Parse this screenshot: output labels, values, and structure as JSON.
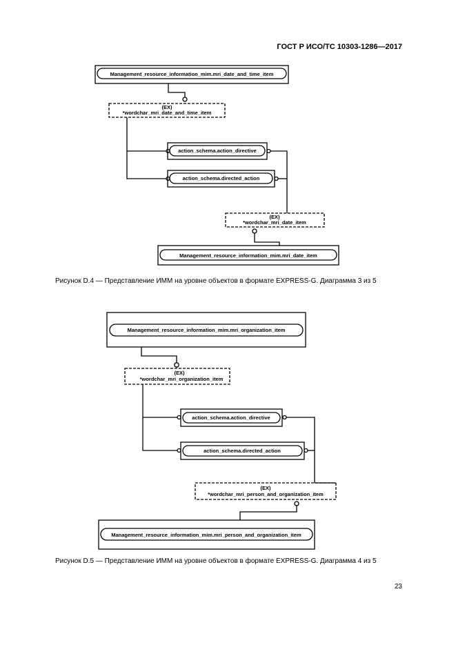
{
  "header": "ГОСТ Р ИСО/ТС 10303-1286—2017",
  "page_number": "23",
  "figure1": {
    "top_entity": "Management_resource_information_mim.mri_date_and_time_item",
    "ex_tag": "(EX)",
    "select1": "*wordchar_mri_date_and_time_item",
    "entity_a": "action_schema.action_directive",
    "entity_b": "action_schema.directed_action",
    "select2": "*wordchar_mri_date_item",
    "bottom_entity": "Management_resource_information_mim.mri_date_item",
    "caption": "Рисунок D.4 — Представление ИММ на уровне объектов в формате EXPRESS-G. Диаграмма 3 из 5"
  },
  "figure2": {
    "top_entity": "Management_resource_information_mim.mri_organization_item",
    "ex_tag": "(EX)",
    "select1": "*wordchar_mri_organization_item",
    "entity_a": "action_schema.action_directive",
    "entity_b": "action_schema.directed_action",
    "select2": "*wordchar_mri_person_and_organization_item",
    "bottom_entity": "Management_resource_information_mim.mri_person_and_organization_item",
    "caption": "Рисунок D.5 — Представление ИММ на уровне объектов в формате EXPRESS-G. Диаграмма 4 из 5"
  }
}
